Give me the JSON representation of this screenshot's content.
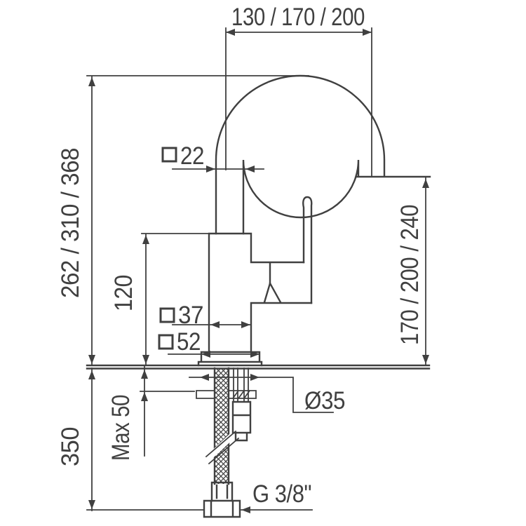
{
  "drawing_title": "Kitchen faucet dimensional drawing",
  "colors": {
    "background": "#ffffff",
    "line": "#404040",
    "text": "#404040"
  },
  "annotations": {
    "top_projection": {
      "label": "130 / 170 / 200"
    },
    "overall_height": {
      "label": "262 / 310 / 368"
    },
    "neck_width": {
      "label": "22",
      "symbol": "square"
    },
    "spout_height": {
      "label": "170 / 200 / 240"
    },
    "body_height": {
      "label": "120"
    },
    "body_width": {
      "label": "37",
      "symbol": "square"
    },
    "base_width": {
      "label": "52",
      "symbol": "square"
    },
    "hole_diameter": {
      "label": "Ø35"
    },
    "max_counter_thickness": {
      "label": "Max 50"
    },
    "hose_length": {
      "label": "350"
    },
    "thread_size": {
      "label": "G 3/8\""
    }
  }
}
